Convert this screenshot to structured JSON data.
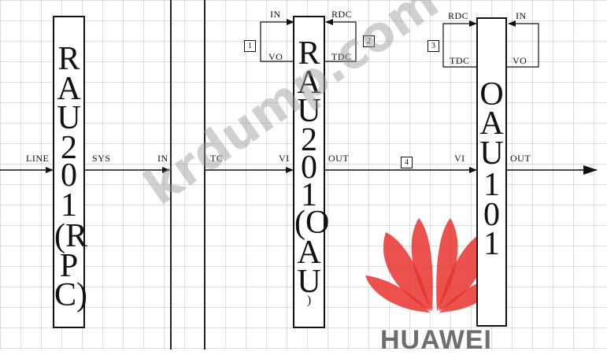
{
  "diagram": {
    "blocks": {
      "rau201_rpc": [
        "R",
        "A",
        "U",
        "2",
        "0",
        "1",
        "(R",
        "P",
        "C)"
      ],
      "rau201_oau": [
        "R",
        "A",
        "U",
        "2",
        "0",
        "1",
        "(O",
        "A",
        "U",
        ")"
      ],
      "oau101": [
        "O",
        "A",
        "U",
        "1",
        "0",
        "1"
      ]
    },
    "labels": {
      "line": "LINE",
      "sys": "SYS",
      "in_main": "IN",
      "tc": "TC",
      "vi_1": "VI",
      "out_1": "OUT",
      "vi_2": "VI",
      "out_2": "OUT",
      "in_loop1": "IN",
      "vo_loop1": "VO",
      "rdc_loop2": "RDC",
      "tdc_loop2": "TDC",
      "rdc_loop3": "RDC",
      "tdc_loop3": "TDC",
      "in_loop4": "IN",
      "vo_loop4": "VO"
    },
    "markers": [
      "1",
      "2",
      "3",
      "4"
    ]
  },
  "watermark": "krdump.com",
  "logo": {
    "text": "HUAWEI",
    "color": "#e8342f"
  }
}
